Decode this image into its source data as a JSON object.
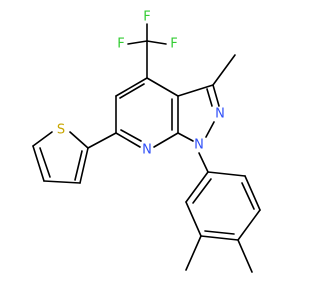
{
  "molecule": {
    "atoms": {
      "F1": "F",
      "F2": "F",
      "F3": "F",
      "N1": "N",
      "N2": "N",
      "N3": "N",
      "S": "S"
    },
    "colors": {
      "bond": "#000000",
      "fluorine": "#33cc33",
      "nitrogen": "#3050f8",
      "sulfur": "#c8a600"
    }
  }
}
